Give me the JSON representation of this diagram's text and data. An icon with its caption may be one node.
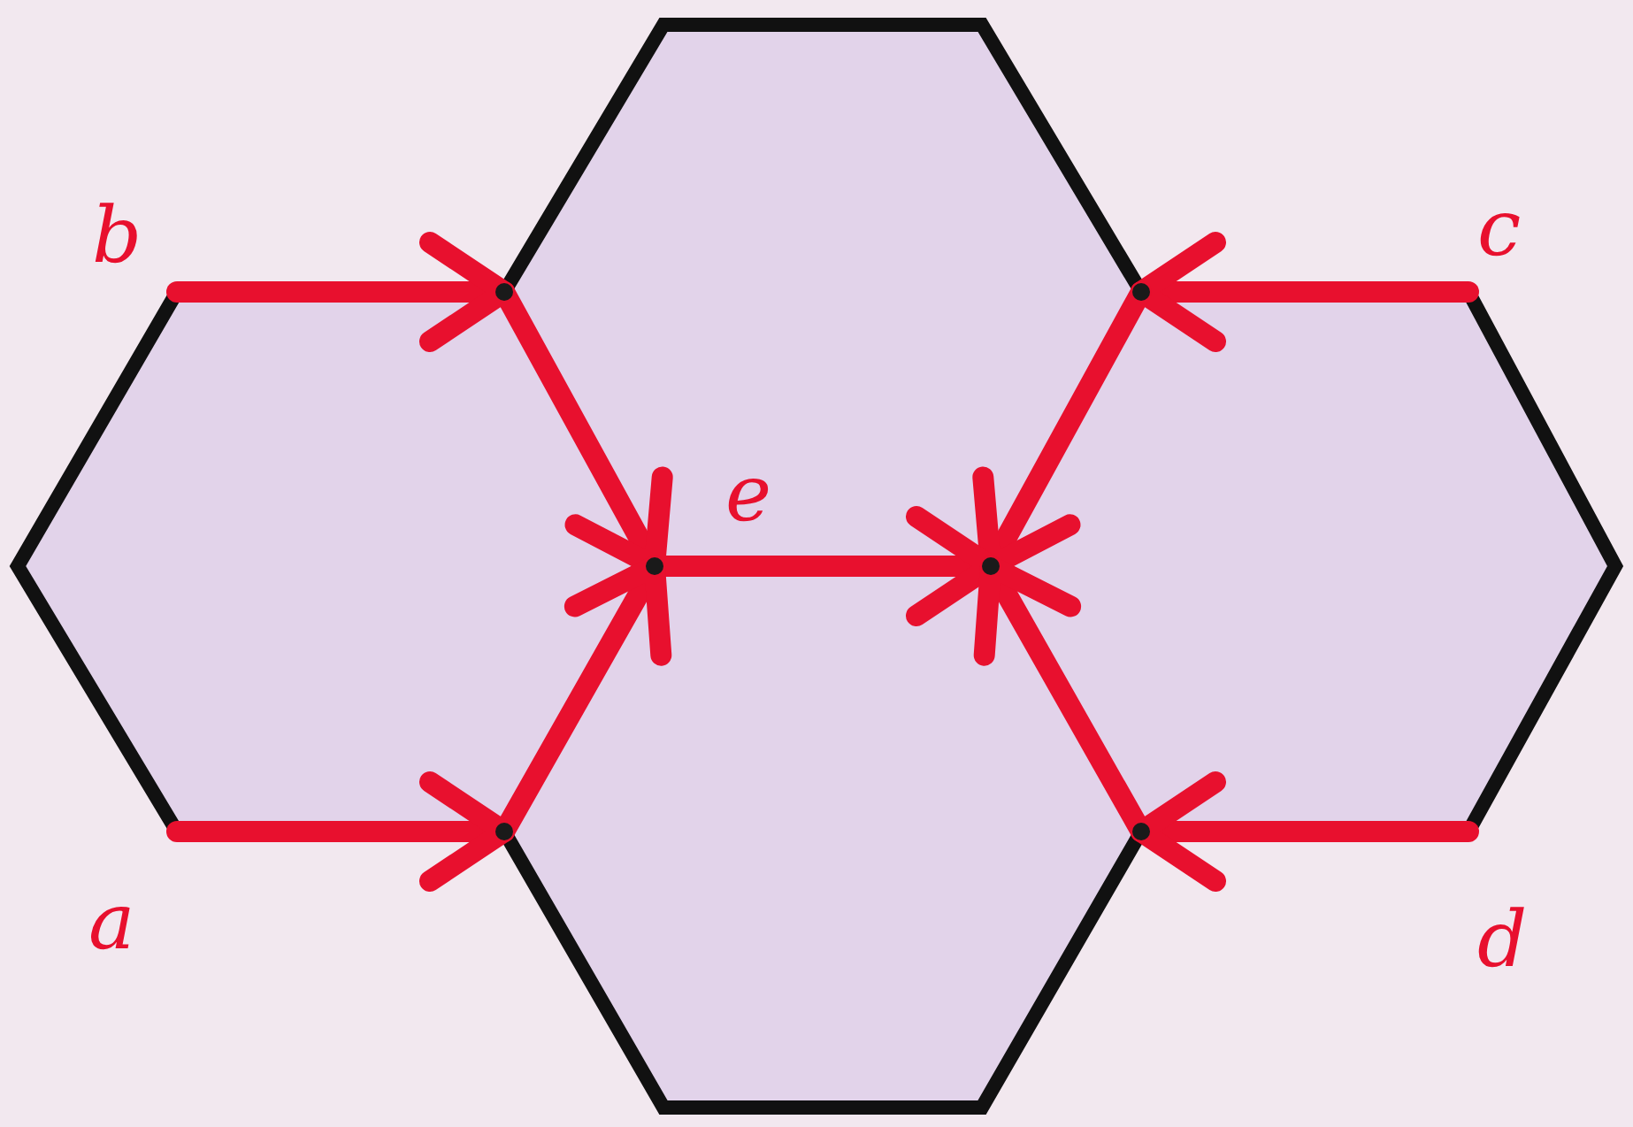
{
  "diagram": {
    "nodes": [
      {
        "text": [],
        "shape": "point"
      },
      {
        "text": [],
        "shape": "point"
      },
      {
        "text": [],
        "shape": "point"
      },
      {
        "text": [],
        "shape": "point"
      },
      {
        "text": [],
        "shape": "point"
      },
      {
        "text": [],
        "shape": "point"
      }
    ],
    "edges": [
      {
        "from": null,
        "to": 0,
        "arrow": "to",
        "label": "b"
      },
      {
        "from": null,
        "to": 1,
        "arrow": "to",
        "label": "c"
      },
      {
        "from": 0,
        "to": 2,
        "arrow": "to"
      },
      {
        "from": 1,
        "to": 3,
        "arrow": "to"
      },
      {
        "from": 2,
        "to": 3,
        "arrow": "to",
        "label": "e"
      },
      {
        "from": 4,
        "to": 2,
        "arrow": "to"
      },
      {
        "from": 5,
        "to": 3,
        "arrow": "to"
      },
      {
        "from": null,
        "to": 4,
        "arrow": "to",
        "label": "a"
      },
      {
        "from": null,
        "to": 5,
        "arrow": "to",
        "label": "d"
      }
    ]
  }
}
